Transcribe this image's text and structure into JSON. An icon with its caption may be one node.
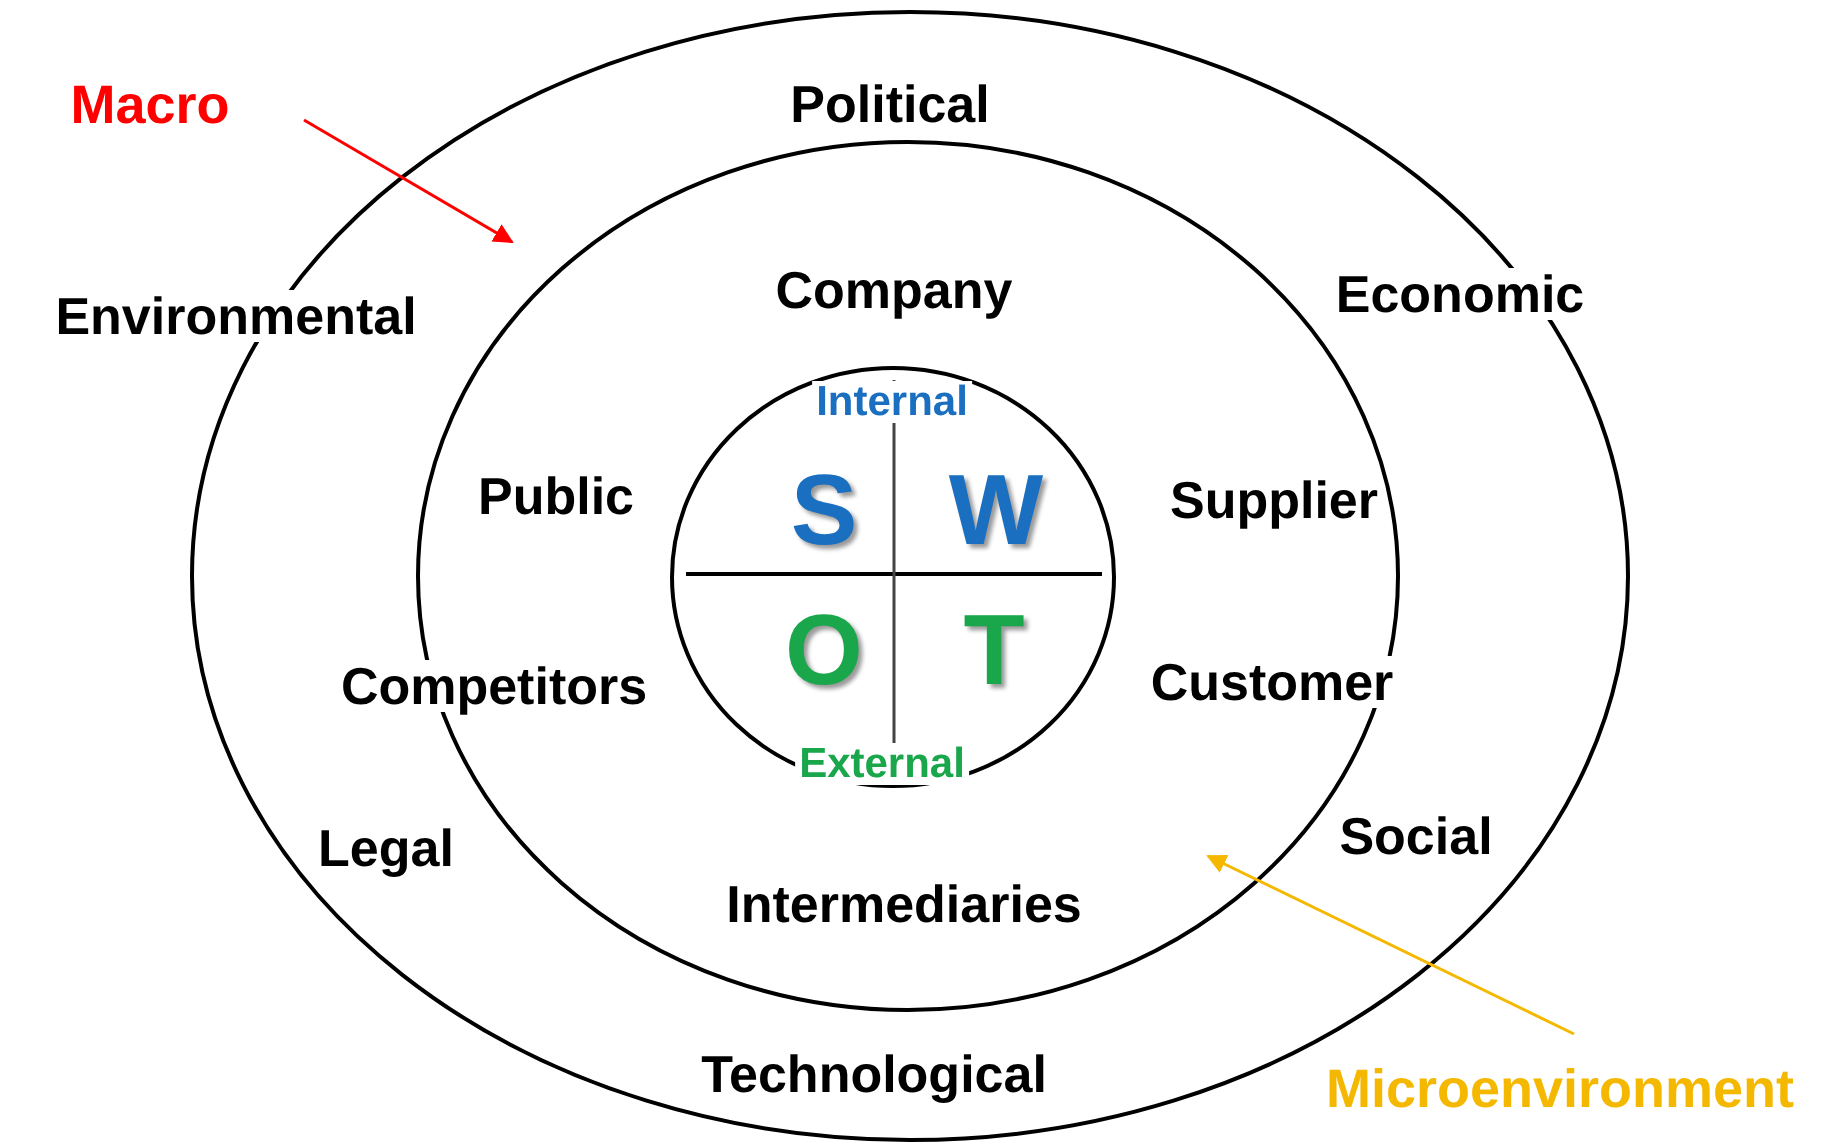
{
  "diagram": {
    "nodes": [
      {
        "text": [
          "Political",
          "Environmental",
          "Economic",
          "Legal",
          "Social",
          "Technological"
        ]
      },
      {
        "text": [
          "Company",
          "Public",
          "Supplier",
          "Competitors",
          "Customer",
          "Intermediaries"
        ],
        "in": 0
      },
      {
        "text": [
          "Internal",
          "External"
        ],
        "in": 1
      },
      {
        "text": [
          "S"
        ],
        "in": 2
      },
      {
        "text": [
          "W"
        ],
        "in": 2
      },
      {
        "text": [
          "O"
        ],
        "in": 2
      },
      {
        "text": [
          "T"
        ],
        "in": 2
      },
      {
        "text": [
          "Macro"
        ]
      },
      {
        "text": [
          "Microenvironment"
        ]
      }
    ],
    "edges": [
      {
        "from": 7,
        "to": 0,
        "arrow": "to",
        "color": "#ff0000"
      },
      {
        "from": 8,
        "to": 1,
        "arrow": "to",
        "color": "#f5b800"
      }
    ]
  }
}
